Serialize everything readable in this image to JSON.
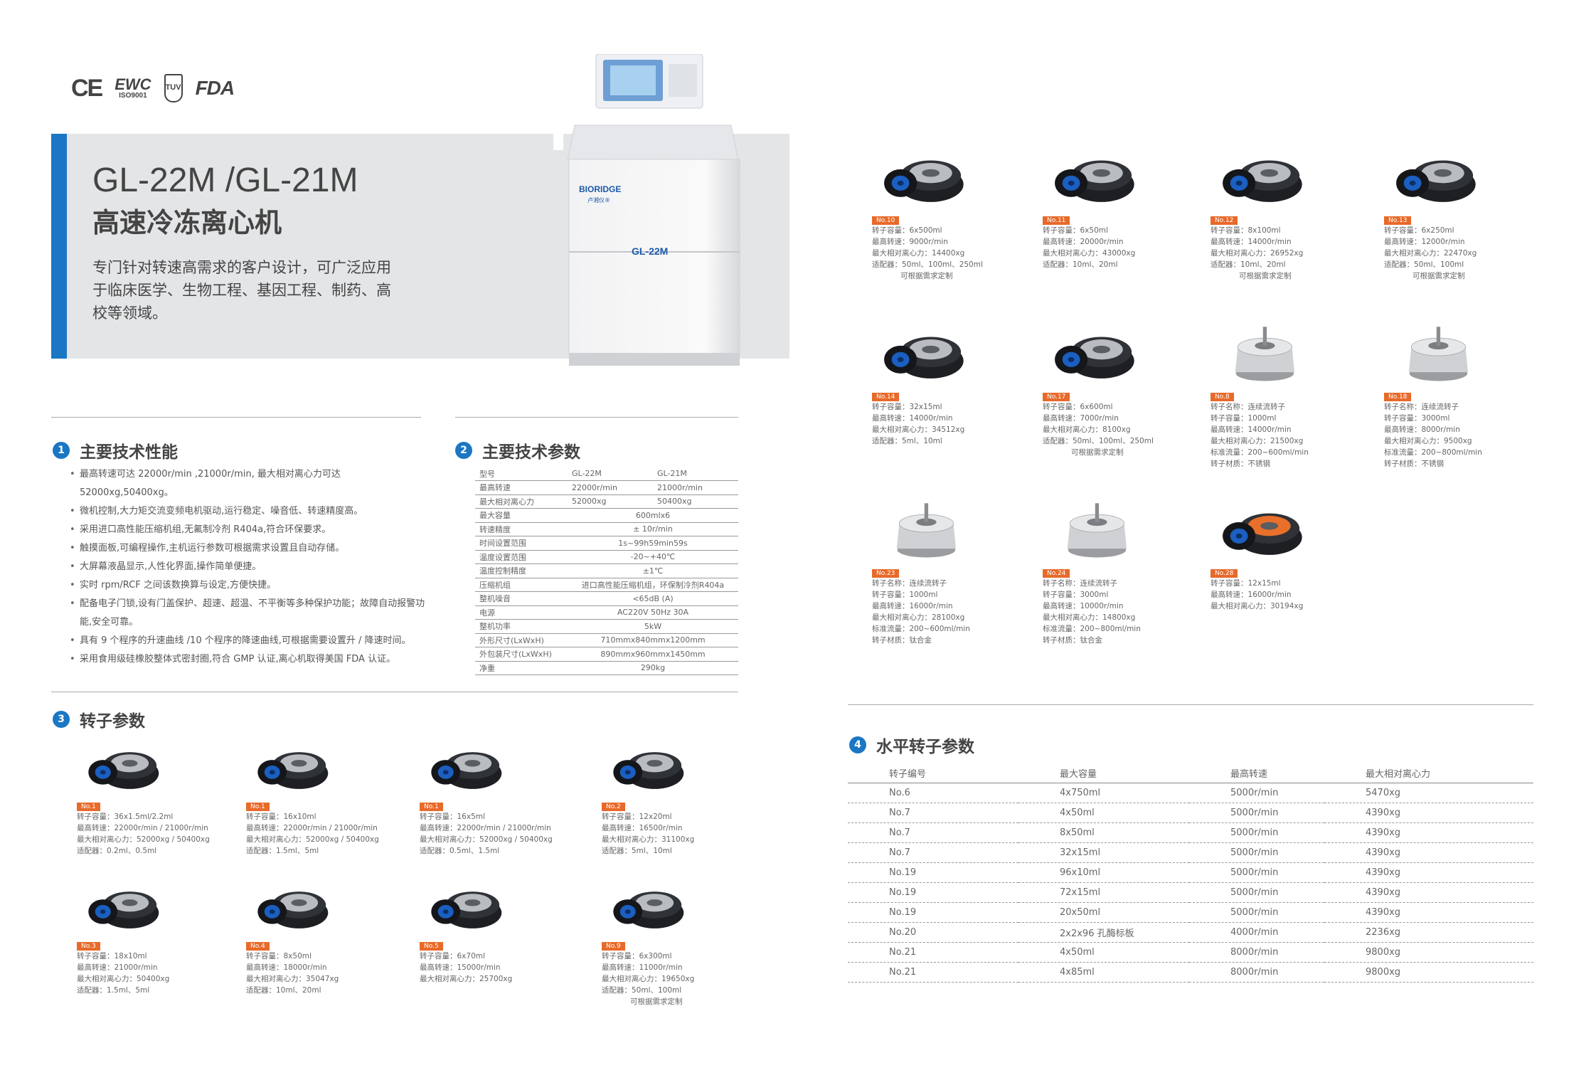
{
  "certifications": {
    "ce": "CE",
    "ewc": "EWC",
    "iso": "ISO9001",
    "shield": "TUV",
    "fda": "FDA"
  },
  "header": {
    "title_en": "GL-22M /GL-21M",
    "title_cn": "高速冷冻离心机",
    "intro": "专门针对转速高需求的客户设计，可广泛应用于临床医学、生物工程、基因工程、制药、高校等领域。",
    "brand": "BIORIDGE",
    "brand_cn": "卢湘仪®",
    "model_label": "GL-22M"
  },
  "section1": {
    "num": "1",
    "title": "主要技术性能",
    "items": [
      "最高转速可达 22000r/min ,21000r/min, 最大相对离心力可达 52000xg,50400xg。",
      "微机控制,大力矩交流变频电机驱动,运行稳定、噪音低、转速精度高。",
      "采用进口高性能压缩机组,无氟制冷剂 R404a,符合环保要求。",
      "触摸面板,可编程操作,主机运行参数可根据需求设置且自动存储。",
      "大屏幕液晶显示,人性化界面,操作简单便捷。",
      "实时 rpm/RCF 之间该数换算与设定,方便快捷。",
      "配备电子门锁,设有门盖保护、超速、超温、不平衡等多种保护功能；故障自动报警功能,安全可靠。",
      "具有 9 个程序的升速曲线 /10 个程序的降速曲线,可根据需要设置升 / 降速时间。",
      "采用食用级硅橡胶整体式密封圈,符合 GMP 认证,离心机取得美国 FDA 认证。"
    ]
  },
  "section2": {
    "num": "2",
    "title": "主要技术参数",
    "rows": [
      [
        "型号",
        "GL-22M",
        "GL-21M"
      ],
      [
        "最高转速",
        "22000r/min",
        "21000r/min"
      ],
      [
        "最大相对离心力",
        "52000xg",
        "50400xg"
      ],
      [
        "最大容量",
        "600mlx6",
        ""
      ],
      [
        "转速精度",
        "± 10r/min",
        ""
      ],
      [
        "时间设置范围",
        "1s~99h59min59s",
        ""
      ],
      [
        "温度设置范围",
        "-20~+40℃",
        ""
      ],
      [
        "温度控制精度",
        "±1℃",
        ""
      ],
      [
        "压缩机组",
        "进口高性能压缩机组，环保制冷剂R404a",
        ""
      ],
      [
        "整机噪音",
        "<65dB (A)",
        ""
      ],
      [
        "电源",
        "AC220V 50Hz 30A",
        ""
      ],
      [
        "整机功率",
        "5kW",
        ""
      ],
      [
        "外形尺寸(LxWxH)",
        "710mmx840mmx1200mm",
        ""
      ],
      [
        "外包装尺寸(LxWxH)",
        "890mmx960mmx1450mm",
        ""
      ],
      [
        "净重",
        "290kg",
        ""
      ]
    ]
  },
  "section3": {
    "num": "3",
    "title": "转子参数",
    "rotors": [
      {
        "tag": "No.1",
        "lines": [
          "转子容量：36x1.5ml/2.2ml",
          "最高转速：22000r/min / 21000r/min",
          "最大相对离心力：52000xg / 50400xg",
          "适配器：0.2ml、0.5ml"
        ]
      },
      {
        "tag": "No.1",
        "lines": [
          "转子容量：16x10ml",
          "最高转速：22000r/min / 21000r/min",
          "最大相对离心力：52000xg / 50400xg",
          "适配器：1.5ml、5ml"
        ]
      },
      {
        "tag": "No.1",
        "lines": [
          "转子容量：16x5ml",
          "最高转速：22000r/min / 21000r/min",
          "最大相对离心力：52000xg / 50400xg",
          "适配器：0.5ml、1.5ml"
        ]
      },
      {
        "tag": "No.2",
        "lines": [
          "转子容量：12x20ml",
          "最高转速：16500r/min",
          "最大相对离心力：31100xg",
          "适配器：5ml、10ml"
        ]
      },
      {
        "tag": "No.3",
        "lines": [
          "转子容量：18x10ml",
          "最高转速：21000r/min",
          "最大相对离心力：50400xg",
          "适配器：1.5ml、5ml"
        ]
      },
      {
        "tag": "No.4",
        "lines": [
          "转子容量：8x50ml",
          "最高转速：18000r/min",
          "最大相对离心力：35047xg",
          "适配器：10ml、20ml"
        ]
      },
      {
        "tag": "No.5",
        "lines": [
          "转子容量：6x70ml",
          "最高转速：15000r/min",
          "最大相对离心力：25700xg"
        ]
      },
      {
        "tag": "No.9",
        "lines": [
          "转子容量：6x300ml",
          "最高转速：11000r/min",
          "最大相对离心力：19650xg",
          "适配器：50ml、100ml"
        ],
        "note": "可根据需求定制"
      }
    ]
  },
  "right_rotors": [
    {
      "tag": "No.10",
      "lines": [
        "转子容量：6x500ml",
        "最高转速：9000r/min",
        "最大相对离心力：14400xg",
        "适配器：50ml、100ml、250ml"
      ],
      "note": "可根据需求定制"
    },
    {
      "tag": "No.11",
      "lines": [
        "转子容量：6x50ml",
        "最高转速：20000r/min",
        "最大相对离心力：43000xg",
        "适配器：10ml、20ml"
      ]
    },
    {
      "tag": "No.12",
      "lines": [
        "转子容量：8x100ml",
        "最高转速：14000r/min",
        "最大相对离心力：26952xg",
        "适配器：10ml、20ml"
      ],
      "note": "可根据需求定制"
    },
    {
      "tag": "No.13",
      "lines": [
        "转子容量：6x250ml",
        "最高转速：12000r/min",
        "最大相对离心力：22470xg",
        "适配器：50ml、100ml"
      ],
      "note": "可根据需求定制"
    },
    {
      "tag": "No.14",
      "lines": [
        "转子容量：32x15ml",
        "最高转速：14000r/min",
        "最大相对离心力：34512xg",
        "适配器：5ml、10ml"
      ]
    },
    {
      "tag": "No.17",
      "lines": [
        "转子容量：6x600ml",
        "最高转速：7000r/min",
        "最大相对离心力：8100xg",
        "适配器：50ml、100ml、250ml"
      ],
      "note": "可根据需求定制"
    },
    {
      "tag": "No.8",
      "lines": [
        "转子名称：连续流转子",
        "转子容量：1000ml",
        "最高转速：14000r/min",
        "最大相对离心力：21500xg",
        "标准流量：200~600ml/min",
        "转子材质：不锈钢"
      ]
    },
    {
      "tag": "No.18",
      "lines": [
        "转子名称：连续流转子",
        "转子容量：3000ml",
        "最高转速：8000r/min",
        "最大相对离心力：9500xg",
        "标准流量：200~800ml/min",
        "转子材质：不锈钢"
      ]
    },
    {
      "tag": "No.23",
      "lines": [
        "转子名称：连续流转子",
        "转子容量：1000ml",
        "最高转速：16000r/min",
        "最大相对离心力：28100xg",
        "标准流量：200~600ml/min",
        "转子材质：钛合金"
      ]
    },
    {
      "tag": "No.24",
      "lines": [
        "转子名称：连续流转子",
        "转子容量：3000ml",
        "最高转速：10000r/min",
        "最大相对离心力：14800xg",
        "标准流量：200~800ml/min",
        "转子材质：钛合金"
      ]
    },
    {
      "tag": "No.28",
      "lines": [
        "转子容量：12x15ml",
        "最高转速：16000r/min",
        "最大相对离心力：30194xg"
      ]
    }
  ],
  "section4": {
    "num": "4",
    "title": "水平转子参数",
    "headers": [
      "转子编号",
      "最大容量",
      "最高转速",
      "最大相对离心力"
    ],
    "rows": [
      [
        "No.6",
        "4x750ml",
        "5000r/min",
        "5470xg"
      ],
      [
        "No.7",
        "4x50ml",
        "5000r/min",
        "4390xg"
      ],
      [
        "No.7",
        "8x50ml",
        "5000r/min",
        "4390xg"
      ],
      [
        "No.7",
        "32x15ml",
        "5000r/min",
        "4390xg"
      ],
      [
        "No.19",
        "96x10ml",
        "5000r/min",
        "4390xg"
      ],
      [
        "No.19",
        "72x15ml",
        "5000r/min",
        "4390xg"
      ],
      [
        "No.19",
        "20x50ml",
        "5000r/min",
        "4390xg"
      ],
      [
        "No.20",
        "2x2x96 孔酶标板",
        "4000r/min",
        "2236xg"
      ],
      [
        "No.21",
        "4x50ml",
        "8000r/min",
        "9800xg"
      ],
      [
        "No.21",
        "4x85ml",
        "8000r/min",
        "9800xg"
      ]
    ]
  }
}
